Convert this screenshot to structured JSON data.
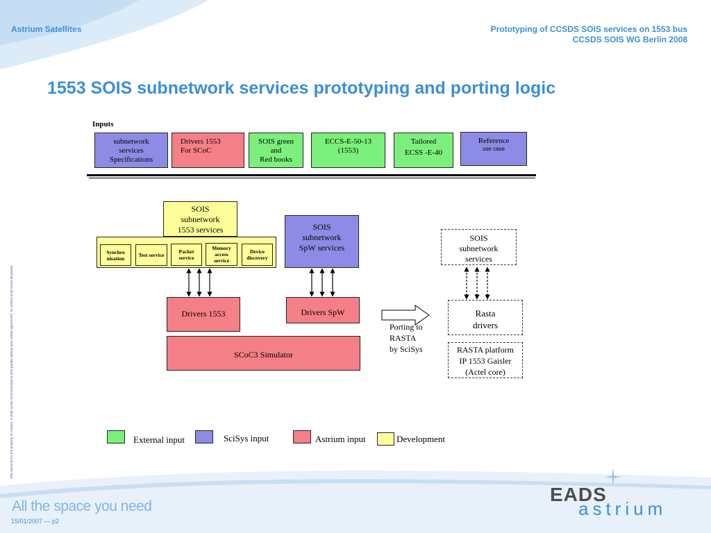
{
  "header": {
    "company": "Astrium Satellites",
    "doc_title": "Prototyping of CCSDS SOIS services on 1553 bus",
    "event": "CCSDS SOIS WG Berlin 2008"
  },
  "slide_title": "1553 SOIS subnetwork services prototyping and porting logic",
  "side_note": "This document is the property of Astrium. It shall not be communicated to third parties without prior written agreement. Its content shall not be disclosed.",
  "inputs": {
    "label": "Inputs",
    "items": [
      {
        "lines": [
          "subnetwork",
          "services",
          "Specifications"
        ]
      },
      {
        "lines": [
          "Drivers 1553",
          "For SCoC"
        ]
      },
      {
        "lines": [
          "SOIS green",
          "and",
          "Red books"
        ]
      },
      {
        "lines": [
          "ECCS-E-50-13",
          "(1553)"
        ]
      },
      {
        "lines": [
          "Tailored",
          "ECSS  -E-40"
        ]
      },
      {
        "lines": [
          "Reference",
          "use case"
        ]
      }
    ]
  },
  "diagram": {
    "sois_1553": [
      "SOIS",
      "subnetwork",
      "1553 services"
    ],
    "sub_services": [
      [
        "Synchro",
        "nisation"
      ],
      [
        "Test service"
      ],
      [
        "Packet",
        "service"
      ],
      [
        "Memory",
        "access",
        "service"
      ],
      [
        "Device",
        "discovery"
      ]
    ],
    "sois_spw": [
      "SOIS",
      "subnetwork",
      "SpW services"
    ],
    "drivers_1553": "Drivers 1553",
    "drivers_spw": "Drivers SpW",
    "simulator": "SCoC3 Simulator",
    "porting_label": [
      "Porting to",
      "RASTA",
      "by SciSys"
    ],
    "rasta_services": [
      "SOIS",
      "subnetwork",
      "services"
    ],
    "rasta_drivers": [
      "Rasta",
      "drivers"
    ],
    "rasta_platform": [
      "RASTA  platform",
      "IP 1553 Gaisler",
      "(Actel core)"
    ]
  },
  "legend": [
    {
      "label": "External input",
      "color": "#7cf07c"
    },
    {
      "label": "SciSys input",
      "color": "#8c8ce6"
    },
    {
      "label": "Astrium input",
      "color": "#f57f86"
    },
    {
      "label": "Development",
      "color": "#ffff99"
    }
  ],
  "footer": {
    "tagline": "All the space you need",
    "date_page": "15/01/2007  —  p2",
    "logo_top": "EADS",
    "logo_bottom": "astrium"
  },
  "colors": {
    "accent": "#3b8fd6",
    "external": "#7cf07c",
    "scisys": "#8c8ce6",
    "astrium": "#f57f86",
    "development": "#ffff99"
  }
}
